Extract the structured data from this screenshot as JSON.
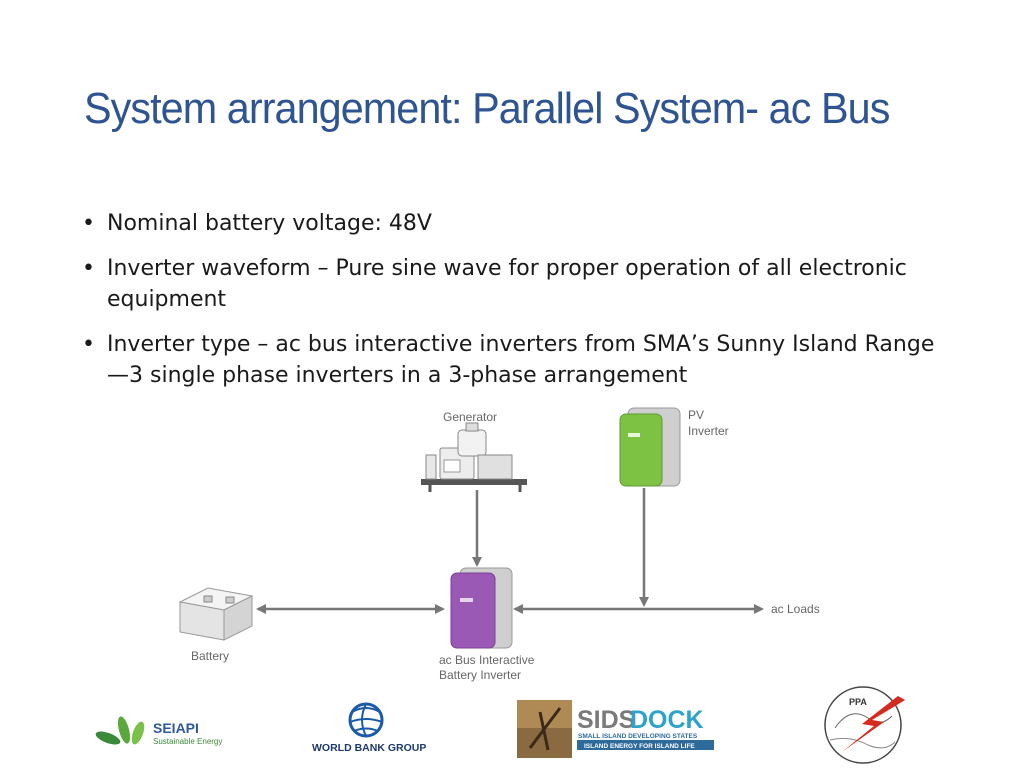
{
  "slide": {
    "title": "System arrangement: Parallel System- ac Bus",
    "bullets": [
      "Nominal battery voltage: 48V",
      "Inverter waveform – Pure sine wave for proper operation of all electronic equipment",
      "Inverter type – ac bus interactive inverters from SMA’s Sunny Island Range—3 single phase inverters in a 3-phase arrangement"
    ]
  },
  "diagram": {
    "generator_label": "Generator",
    "pv_label_line1": "PV",
    "pv_label_line2": "Inverter",
    "battery_label": "Battery",
    "bus_inverter_label_line1": "ac Bus Interactive",
    "bus_inverter_label_line2": "Battery Inverter",
    "loads_label": "ac Loads",
    "colors": {
      "pv_inverter": "#7dc243",
      "battery_inverter": "#9b59b6",
      "lines": "#777777"
    }
  },
  "logos": {
    "seiapi_name": "SEIAPI",
    "seiapi_tagline": "Sustainable Energy",
    "worldbank_name": "WORLD BANK GROUP",
    "sidsdock_sids": "SIDS",
    "sidsdock_dock": "DOCK",
    "sidsdock_sub1": "SMALL ISLAND DEVELOPING STATES",
    "sidsdock_sub2": "ISLAND ENERGY FOR ISLAND LIFE",
    "ppa_name": "PPA"
  }
}
